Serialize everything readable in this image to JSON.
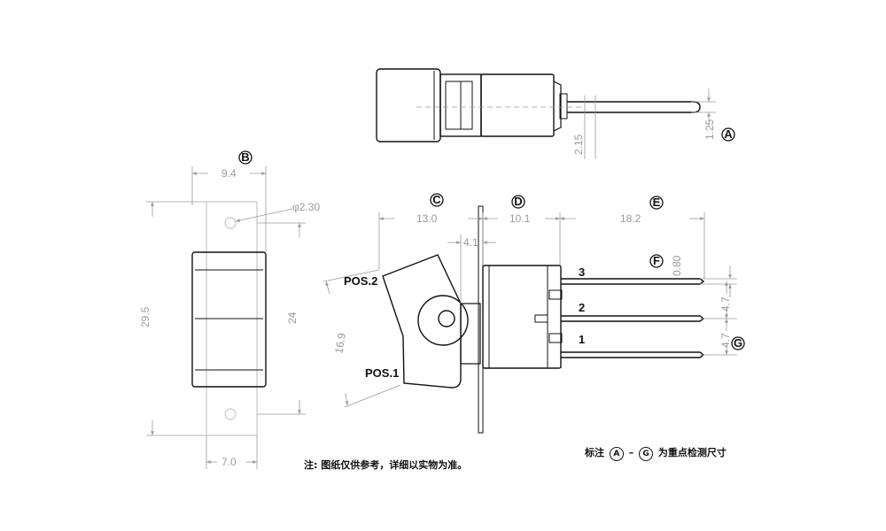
{
  "dimensions": {
    "width_b": "9.4",
    "hole_dia": "φ2.30",
    "height_outer": "29.5",
    "height_inner": "24",
    "base_width": "7.0",
    "dim_c": "13.0",
    "dim_d": "10.1",
    "dim_e": "18.2",
    "dim_offset": "4.1",
    "rocker_len": "16.9",
    "pin_thick": "0.80",
    "pin_pitch_top": "4.7",
    "pin_pitch_bottom": "4.7",
    "top_view_a": "1.25",
    "top_view_b": "2.15"
  },
  "markers": {
    "a": "A",
    "b": "B",
    "c": "C",
    "d": "D",
    "e": "E",
    "f": "F",
    "g": "G"
  },
  "positions": {
    "pos1": "POS.1",
    "pos2": "POS.2"
  },
  "terminals": {
    "t1": "1",
    "t2": "2",
    "t3": "3"
  },
  "notes": {
    "left": "注: 图纸仅供参考，详细以实物为准。",
    "right_prefix": "标注",
    "right_from": "A",
    "right_dash": "–",
    "right_to": "G",
    "right_suffix": "为重点检测尺寸"
  }
}
